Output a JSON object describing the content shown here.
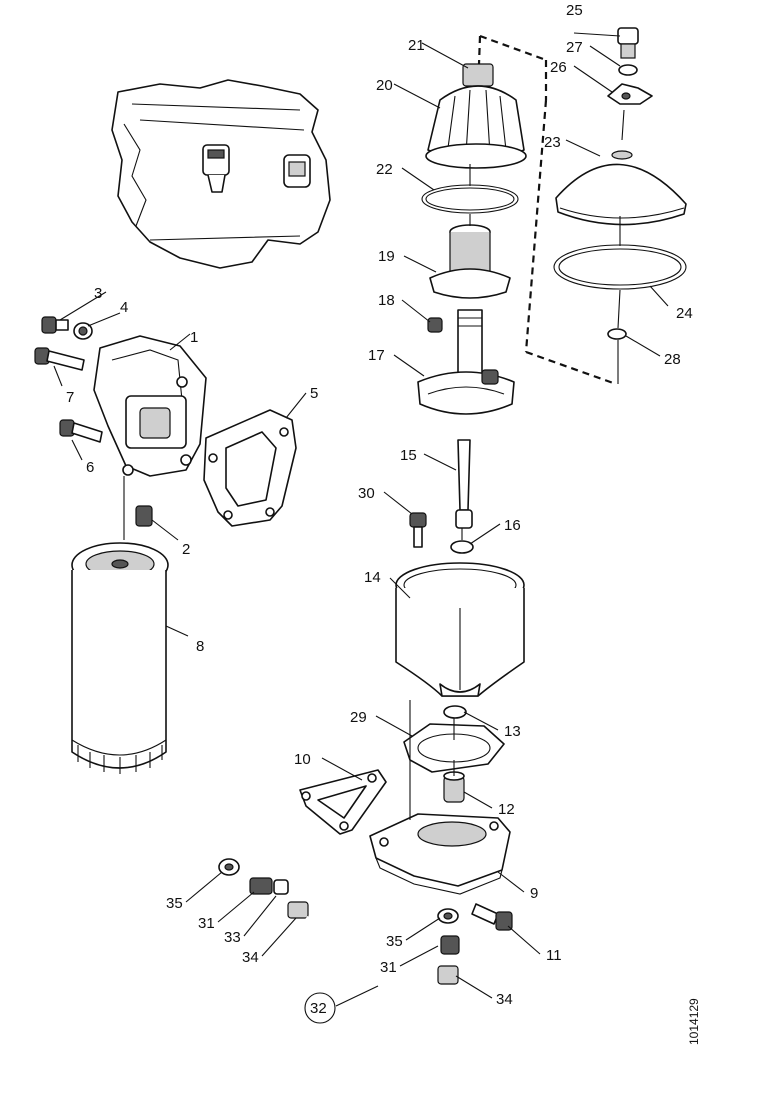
{
  "callouts": {
    "c1": "1",
    "c2": "2",
    "c3": "3",
    "c4": "4",
    "c5": "5",
    "c6": "6",
    "c7": "7",
    "c8": "8",
    "c9": "9",
    "c10": "10",
    "c11": "11",
    "c12": "12",
    "c13": "13",
    "c14": "14",
    "c15": "15",
    "c16": "16",
    "c17": "17",
    "c18": "18",
    "c19": "19",
    "c20": "20",
    "c21": "21",
    "c22": "22",
    "c23": "23",
    "c24": "24",
    "c25": "25",
    "c26": "26",
    "c27": "27",
    "c28": "28",
    "c29": "29",
    "c30": "30",
    "c31a": "31",
    "c31b": "31",
    "c32": "32",
    "c33": "33",
    "c34a": "34",
    "c34b": "34",
    "c35a": "35",
    "c35b": "35"
  },
  "reference_code": "1014129"
}
